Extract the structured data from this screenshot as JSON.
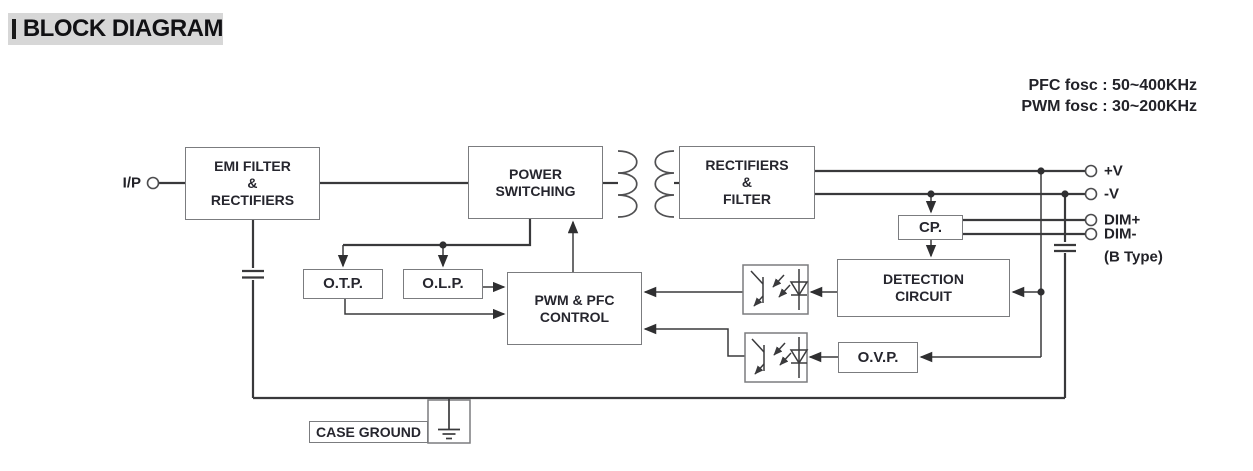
{
  "header": {
    "title": "BLOCK DIAGRAM"
  },
  "notes": {
    "pfc": "PFC fosc : 50~400KHz",
    "pwm": "PWM fosc : 30~200KHz"
  },
  "blocks": {
    "emi_filter": "EMI FILTER\n&\nRECTIFIERS",
    "power_switching": "POWER\nSWITCHING",
    "rectifiers_filter": "RECTIFIERS\n&\nFILTER",
    "cp": "CP.",
    "detection_circuit": "DETECTION\nCIRCUIT",
    "otp": "O.T.P.",
    "olp": "O.L.P.",
    "pwm_pfc_control": "PWM & PFC\nCONTROL",
    "ovp": "O.V.P.",
    "case_ground": "CASE GROUND"
  },
  "terminals": {
    "input": "I/P",
    "v_plus": "+V",
    "v_minus": "-V",
    "dim_plus": "DIM+",
    "dim_minus": "DIM-",
    "b_type": "(B Type)"
  },
  "icons": {
    "title_marker": "black-square",
    "transformer": "transformer-coils",
    "optocoupler": "led-phototransistor",
    "earth_ground": "ground-bars",
    "capacitor": "parallel-plates"
  },
  "colors": {
    "background": "#ffffff",
    "header_bg": "#d7d7d7",
    "wire": "#39393b",
    "box_border": "#7b7c7f",
    "text": "#26262e"
  }
}
